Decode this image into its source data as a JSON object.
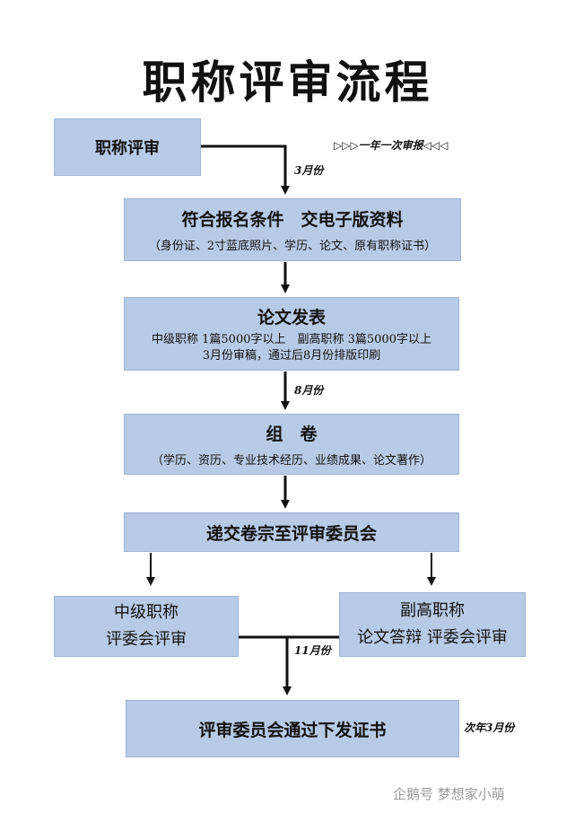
{
  "title": "职称评审流程",
  "step_apply": {
    "label": "职称评审"
  },
  "note_yearly": "▷▷▷一年一次审报◁◁◁",
  "note_3months": "3月份",
  "step_materials": {
    "label": "符合报名条件　交电子版资料",
    "detail": "（身份证、2寸蓝底照片、学历、论文、原有职称证书）"
  },
  "step_paper": {
    "label": "论文发表",
    "detail_line1": "中级职称  1篇5000字以上　副高职称  3篇5000字以上",
    "detail_line2": "3月份审稿，通过后8月份排版印刷"
  },
  "note_8months": "8月份",
  "step_dossier": {
    "label": "组　卷",
    "detail": "（学历、资历、专业技术经历、业绩成果、论文著作）"
  },
  "step_submit": {
    "label": "递交卷宗至评审委员会"
  },
  "step_intermediate": {
    "line1": "中级职称",
    "line2": "评委会评审"
  },
  "step_senior": {
    "line1": "副高职称",
    "line2": "论文答辩  评委会评审"
  },
  "note_11months": "11月份",
  "step_certificate": {
    "label": "评审委员会通过下发证书"
  },
  "note_next_year": "次年3月份",
  "watermark": "企鹅号 梦想家小萌",
  "colors": {
    "box_fill": "#b8cbe6",
    "arrow": "#111111"
  }
}
